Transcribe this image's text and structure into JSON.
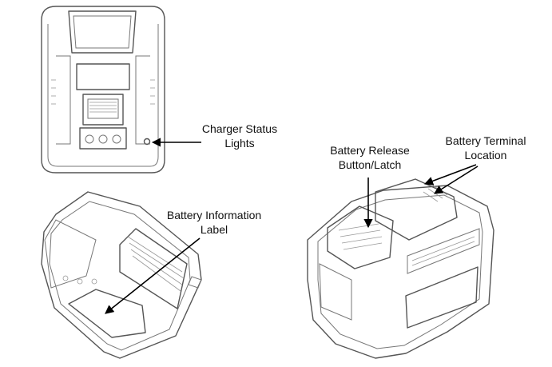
{
  "labels": {
    "charger_status": [
      "Charger Status",
      "Lights"
    ],
    "battery_info": [
      "Battery Information",
      "Label"
    ],
    "battery_release": [
      "Battery Release",
      "Button/Latch"
    ],
    "battery_terminal": [
      "Battery Terminal",
      "Location"
    ]
  },
  "colors": {
    "line": "#555555",
    "arrow": "#000000",
    "background": "#ffffff"
  }
}
